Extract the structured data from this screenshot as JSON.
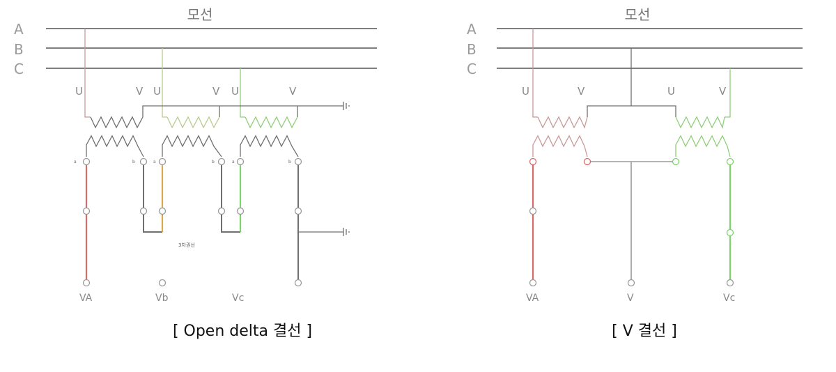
{
  "colors": {
    "bus": "#555555",
    "phase_a": "#c89a9a",
    "phase_b": "#b9cc8e",
    "phase_c": "#8fcf7a",
    "red": "#d96a6a",
    "orange": "#d9a84a",
    "green": "#7dd46a",
    "dark": "#6f6f6f",
    "grey": "#9a9a9a"
  },
  "left": {
    "bus_title": "모선",
    "bus_labels": [
      "A",
      "B",
      "C"
    ],
    "terminals_primary": [
      "U",
      "V",
      "U",
      "V",
      "U",
      "V"
    ],
    "secondary_small": [
      "a",
      "b",
      "a",
      "b",
      "a",
      "b"
    ],
    "tertiary_label": "3차권선",
    "outputs": [
      "VA",
      "Vb",
      "Vc"
    ],
    "caption": "[ Open delta 결선 ]"
  },
  "right": {
    "bus_title": "모선",
    "bus_labels": [
      "A",
      "B",
      "C"
    ],
    "terminals_primary": [
      "U",
      "V",
      "U",
      "V"
    ],
    "outputs": [
      "VA",
      "V",
      "Vc"
    ],
    "caption": "[ V 결선 ]"
  }
}
